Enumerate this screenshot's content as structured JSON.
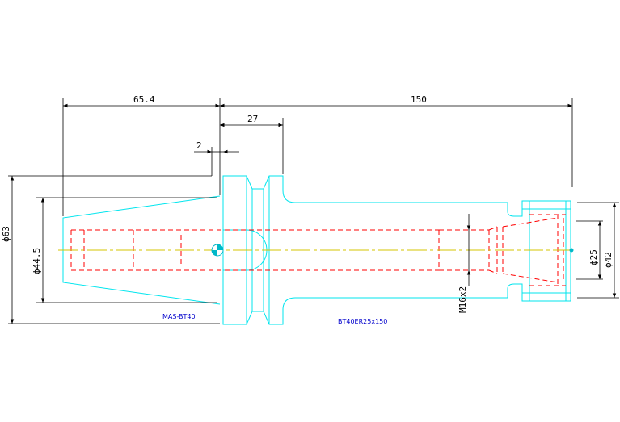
{
  "dimensions": {
    "d_65_4": "65.4",
    "d_150": "150",
    "d_27": "27",
    "d_2": "2",
    "d_phi63": "ϕ63",
    "d_phi44_5": "ϕ44.5",
    "d_m16": "M16x2",
    "d_phi25": "ϕ25",
    "d_phi42": "ϕ42"
  },
  "labels": {
    "left_part": "MAS-BT40",
    "right_part": "BT40ER25x150"
  },
  "colors": {
    "outline": "#00e5ee",
    "hidden": "#ff0000",
    "centerline": "#d4c400",
    "dimension": "#000000",
    "label": "#0000cc"
  }
}
